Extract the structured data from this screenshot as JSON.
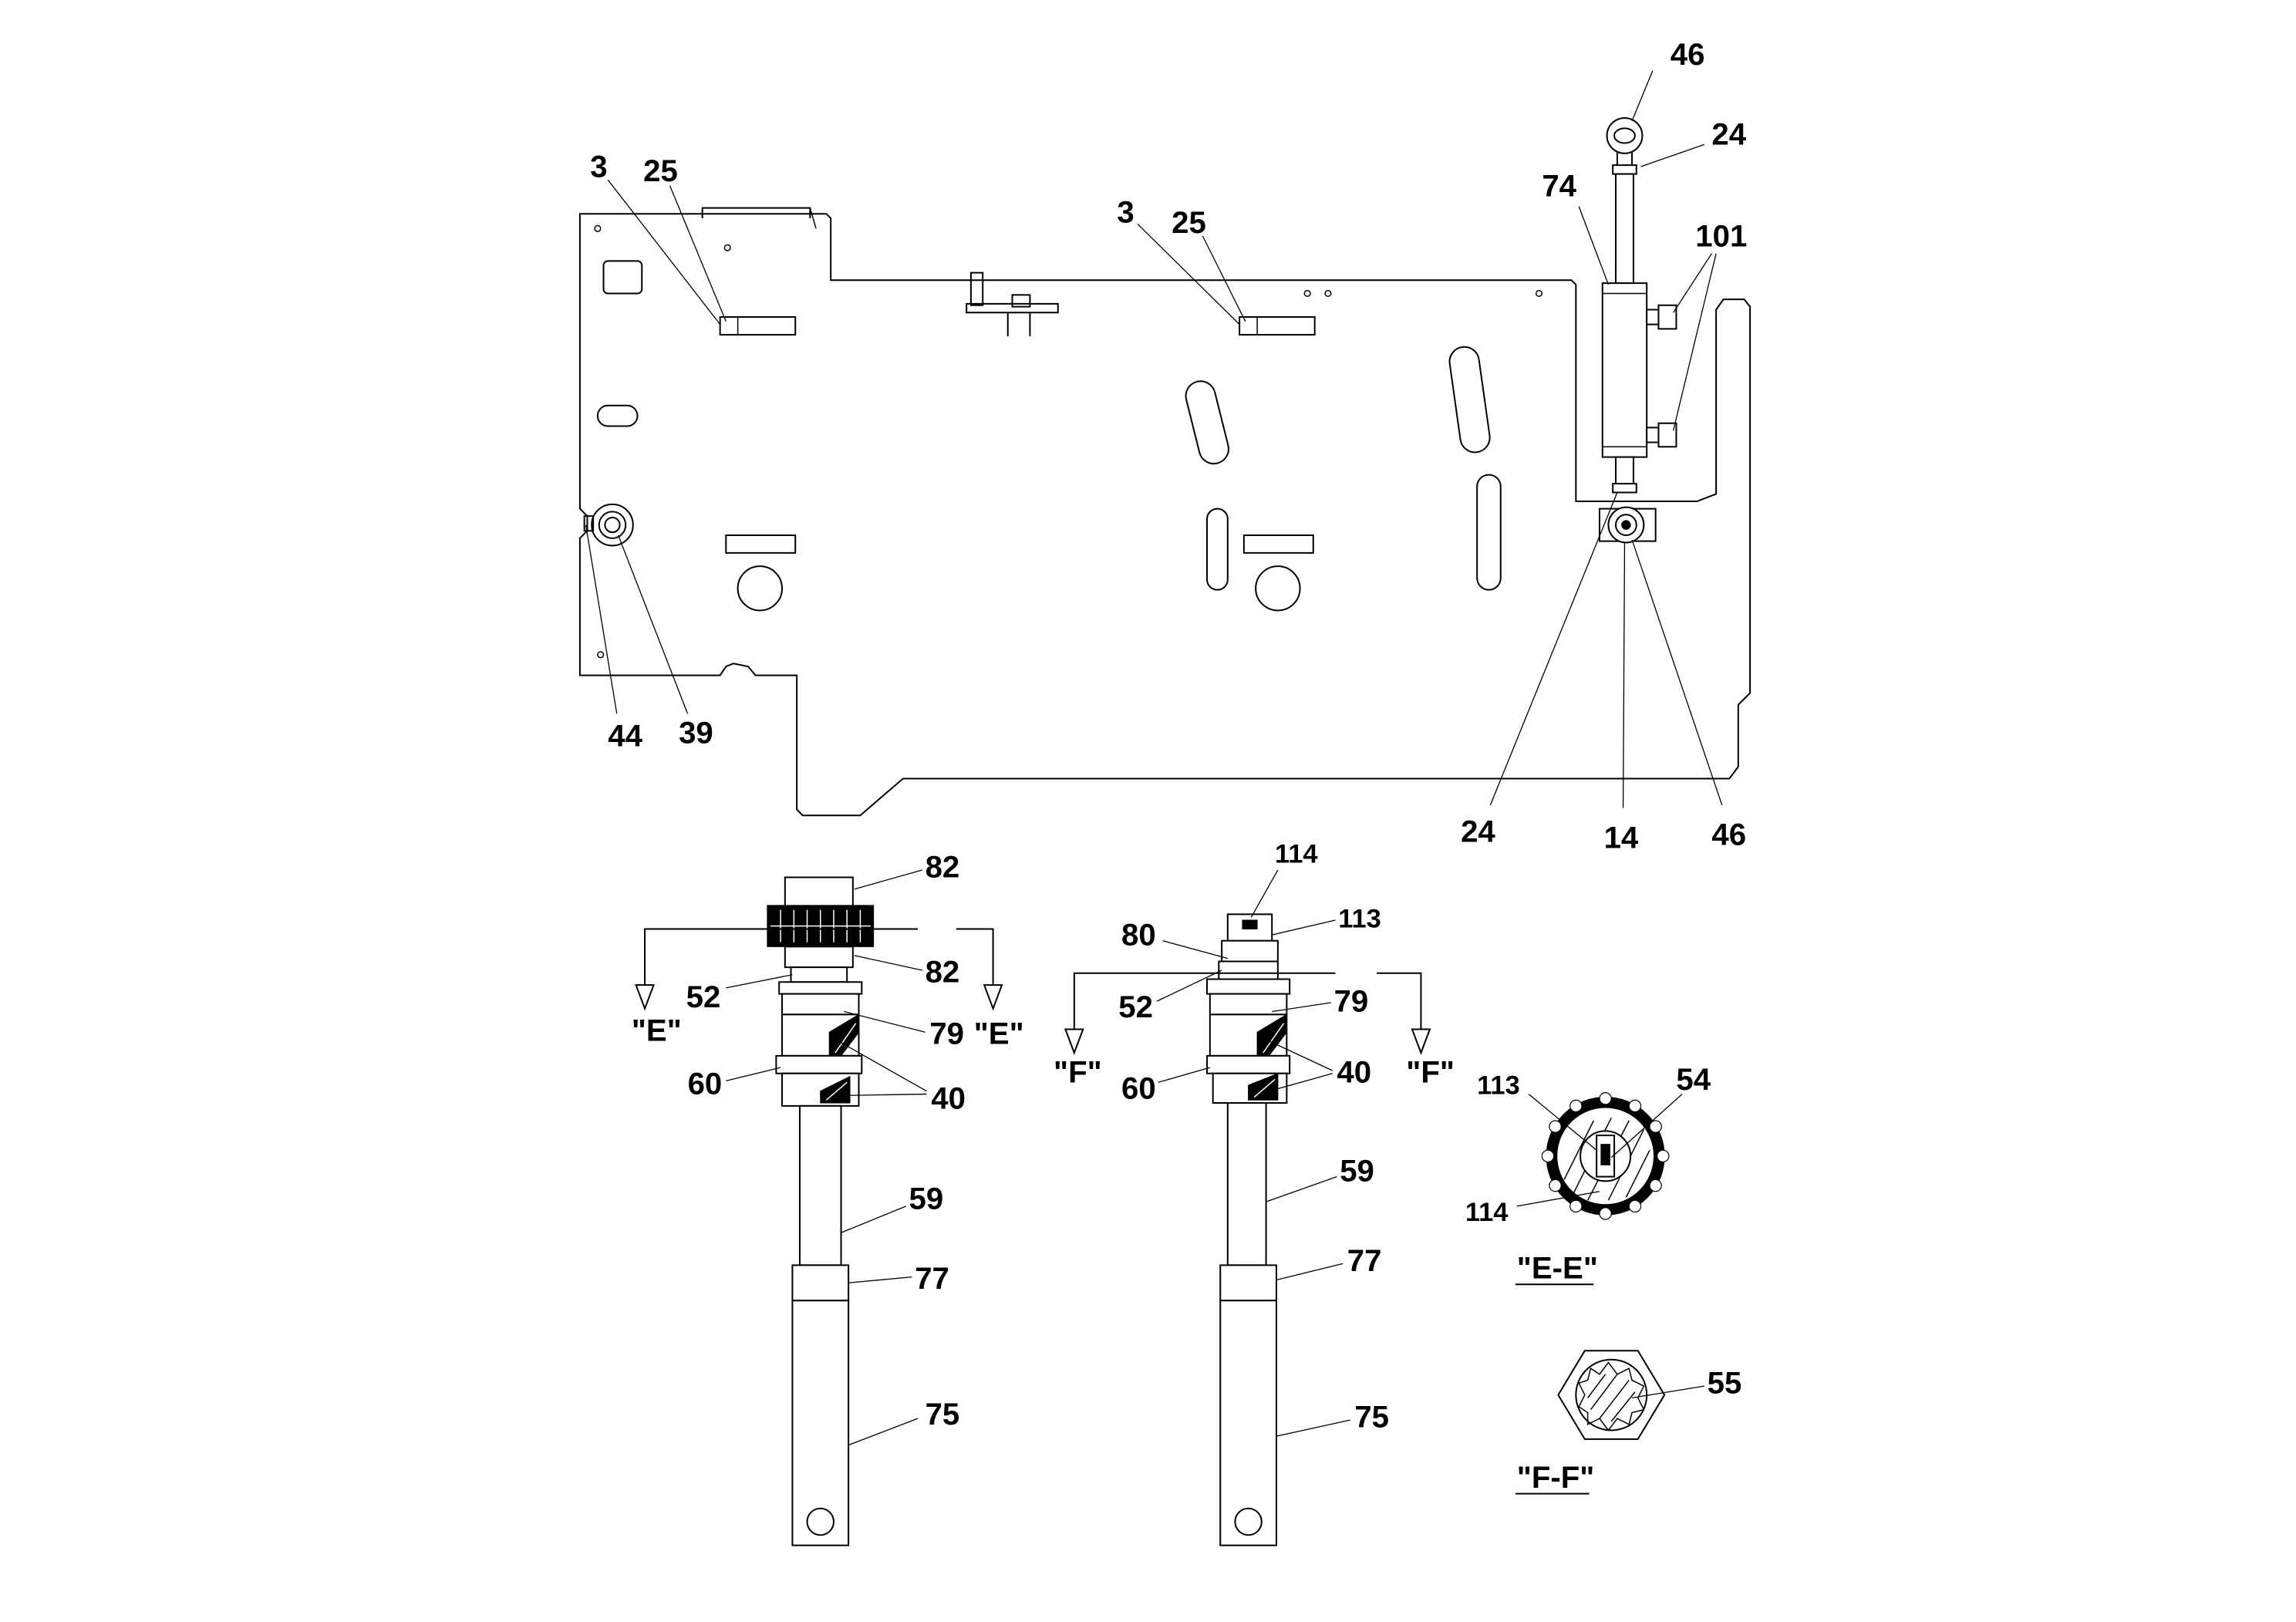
{
  "diagram": {
    "callouts": {
      "c46_top": "46",
      "c24_top": "24",
      "c74": "74",
      "c101": "101",
      "c3_left": "3",
      "c25_left": "25",
      "c3_mid": "3",
      "c25_mid": "25",
      "c44": "44",
      "c39": "39",
      "c24_bottom": "24",
      "c14": "14",
      "c46_bottom": "46",
      "c82_top": "82",
      "c82_mid": "82",
      "c52_left": "52",
      "c79_left": "79",
      "c60_left": "60",
      "c40_left": "40",
      "c59_left": "59",
      "c77_left": "77",
      "c75_left": "75",
      "c114_top": "114",
      "c113_top": "113",
      "c80": "80",
      "c52_right": "52",
      "c79_right": "79",
      "c60_right": "60",
      "c40_right": "40",
      "c59_right": "59",
      "c77_right": "77",
      "c75_right": "75",
      "c113_ee": "113",
      "c54": "54",
      "c114_ee": "114",
      "c55": "55"
    },
    "sections": {
      "e_left": "\"E\"",
      "e_right": "\"E\"",
      "f_left": "\"F\"",
      "f_right": "\"F\"",
      "ee_title": "\"E-E\"",
      "ff_title": "\"F-F\""
    }
  }
}
